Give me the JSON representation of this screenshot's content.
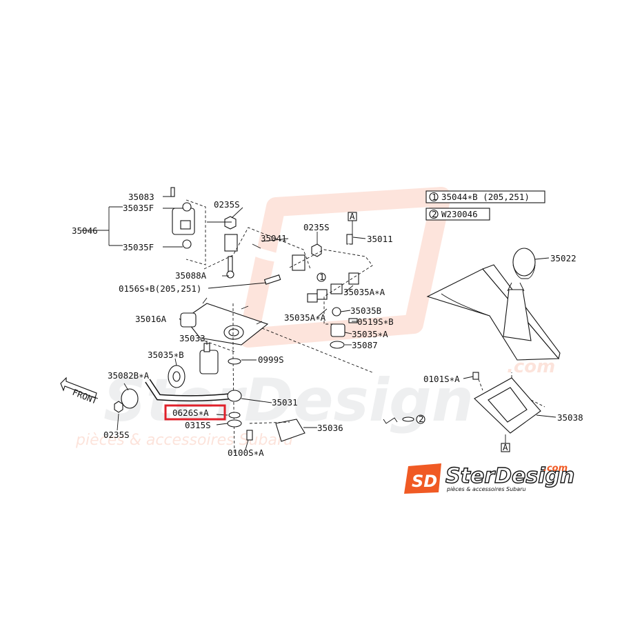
{
  "labels": {
    "p35083": "35083",
    "p35035F_top": "35035F",
    "p35046": "35046",
    "p35035F_bot": "35035F",
    "p0235S_a": "0235S",
    "p35041": "35041",
    "p0235S_b": "0235S",
    "p35011": "35011",
    "p35088A": "35088A",
    "p0156S": "0156S∗B(205,251)",
    "p35035A_A_r": "35035A∗A",
    "p35016A": "35016A",
    "p35035B": "35035B",
    "p35035A_A_l": "35035A∗A",
    "p0519S": "0519S∗B",
    "p35033": "35033",
    "p35035_A": "35035∗A",
    "p35087": "35087",
    "p35035_B": "35035∗B",
    "p0999S": "0999S",
    "p35082B": "35082B∗A",
    "p35031": "35031",
    "p0626S": "0626S∗A",
    "p0315S": "0315S",
    "p35036": "35036",
    "p0235S_c": "0235S",
    "p0100S": "0100S∗A",
    "p35022": "35022",
    "p0101S": "0101S∗A",
    "p35038": "35038",
    "front": "FRONT",
    "ref_a1": "A",
    "ref_a2": "A",
    "circ1": "1",
    "circ2": "2",
    "circ1b": "1",
    "circ2b": "2"
  },
  "legend": {
    "row1": "35044∗B  (205,251)",
    "row2": "W230046"
  },
  "watermark": {
    "brand": "SterDesign",
    "domain": ".com",
    "tagline": "pièces & accessoires Subaru",
    "logo_letters": "SD"
  },
  "colors": {
    "highlight": "#e0202a",
    "brand_orange": "#f05a24",
    "line": "#111111"
  }
}
